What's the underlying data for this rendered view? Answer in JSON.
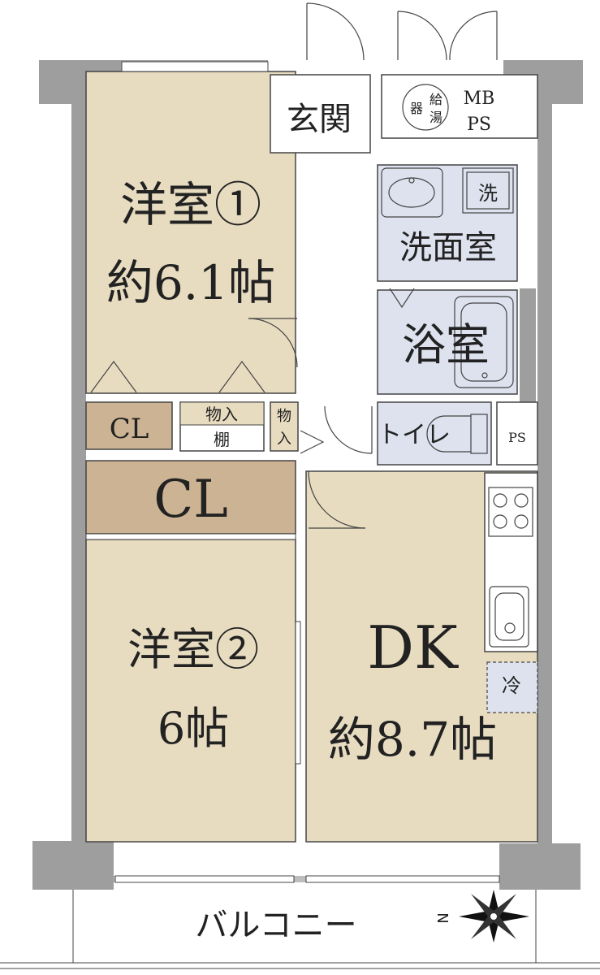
{
  "rooms": {
    "western1": {
      "name": "洋室①",
      "size": "約6.1帖"
    },
    "western2": {
      "name": "洋室②",
      "size": "6帖"
    },
    "dk": {
      "name": "DK",
      "size": "約8.7帖"
    },
    "entrance": "玄関",
    "washroom": "洗面室",
    "bath": "浴室",
    "toilet": "トイレ",
    "cl_small": "CL",
    "cl_large": "CL",
    "storage_shelf": {
      "top": "物入",
      "bottom": "棚"
    },
    "storage_small": {
      "line1": "物",
      "line2": "入"
    },
    "balcony": "バルコニー"
  },
  "fixtures": {
    "water_heater": {
      "line1": "給",
      "line2": "湯",
      "line3": "器"
    },
    "mb_ps": {
      "line1": "MB",
      "line2": "PS"
    },
    "ps": "PS",
    "washer": "洗",
    "fridge": "冷"
  },
  "compass": {
    "north": "N"
  },
  "colors": {
    "western_floor": "#e8dcc0",
    "wet_floor": "#dde2ee",
    "closet_floor": "#cbb393",
    "wall": "#9e9e9e",
    "line": "#444444"
  }
}
